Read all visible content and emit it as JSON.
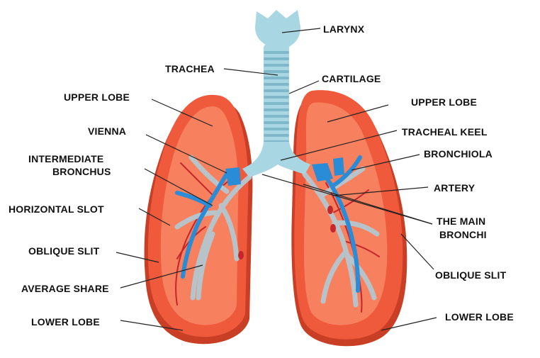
{
  "colors": {
    "lung_fill": "#ef5a3c",
    "lung_shadow": "#c93f26",
    "lung_inner": "#f7805f",
    "trachea": "#a8d6e3",
    "trachea_ring": "#7fb8c9",
    "bronchi": "#b7c3c8",
    "vessel_blue": "#2a8bd6",
    "vessel_red": "#c5262a",
    "label_text": "#111111",
    "leader_line": "#222222"
  },
  "labels": {
    "larynx": "LARYNX",
    "trachea": "TRACHEA",
    "cartilage": "CARTILAGE",
    "upper_lobe_left": "UPPER LOBE",
    "upper_lobe_right": "UPPER LOBE",
    "vienna": "VIENNA",
    "tracheal_keel": "TRACHEAL KEEL",
    "intermediate_bronchus_1": "INTERMEDIATE",
    "intermediate_bronchus_2": "BRONCHUS",
    "bronchiola": "BRONCHIOLA",
    "horizontal_slot": "HORIZONTAL SLOT",
    "artery": "ARTERY",
    "main_bronchi_1": "THE MAIN",
    "main_bronchi_2": "BRONCHI",
    "oblique_slit_left": "OBLIQUE SLIT",
    "oblique_slit_right": "OBLIQUE SLIT",
    "average_share": "AVERAGE SHARE",
    "lower_lobe_left": "LOWER LOBE",
    "lower_lobe_right": "LOWER LOBE"
  }
}
